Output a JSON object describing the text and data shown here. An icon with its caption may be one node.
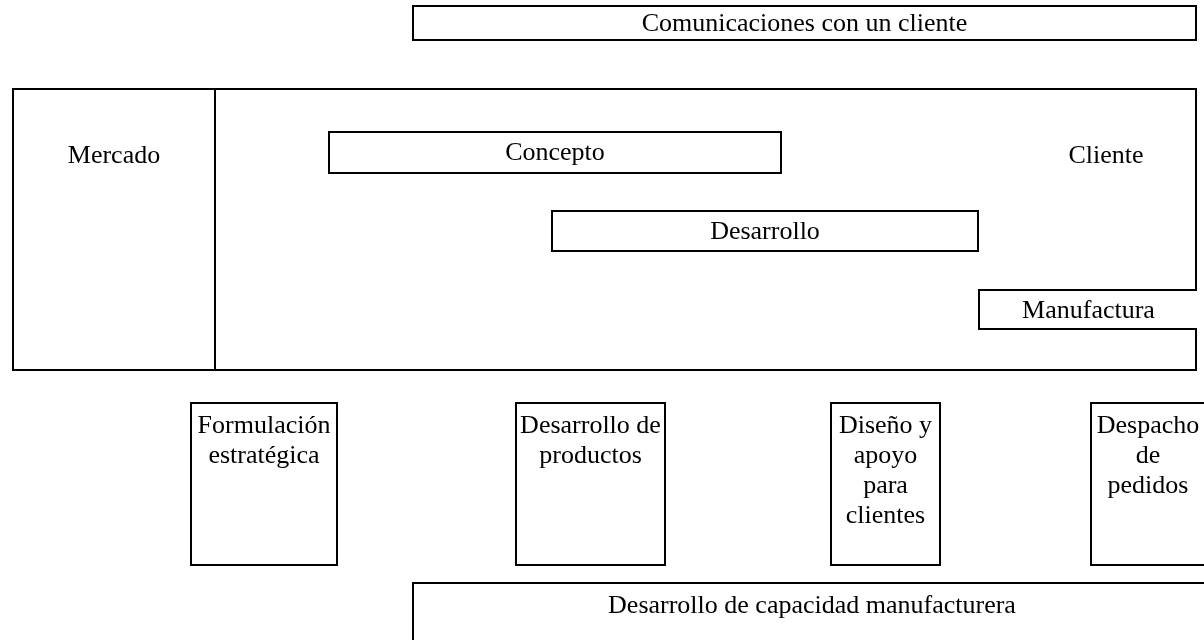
{
  "diagram": {
    "nodes": [
      {
        "text": [
          "Comunicaciones con un cliente"
        ]
      },
      {
        "text": [],
        "shape": "box"
      },
      {
        "text": [
          "Mercado"
        ],
        "in": 1
      },
      {
        "text": [
          "Cliente"
        ],
        "in": 1
      },
      {
        "text": [
          "Concepto"
        ],
        "in": 3
      },
      {
        "text": [
          "Desarrollo"
        ],
        "in": 3
      },
      {
        "text": [
          "Manufactura"
        ],
        "in": 3
      },
      {
        "text": [
          "Formulación estratégica"
        ]
      },
      {
        "text": [
          "Desarrollo de productos"
        ]
      },
      {
        "text": [
          "Diseño y apoyo para clientes"
        ]
      },
      {
        "text": [
          "Despacho de pedidos"
        ]
      },
      {
        "text": [
          "Desarrollo de capacidad manufacturera"
        ]
      }
    ],
    "edges": []
  }
}
